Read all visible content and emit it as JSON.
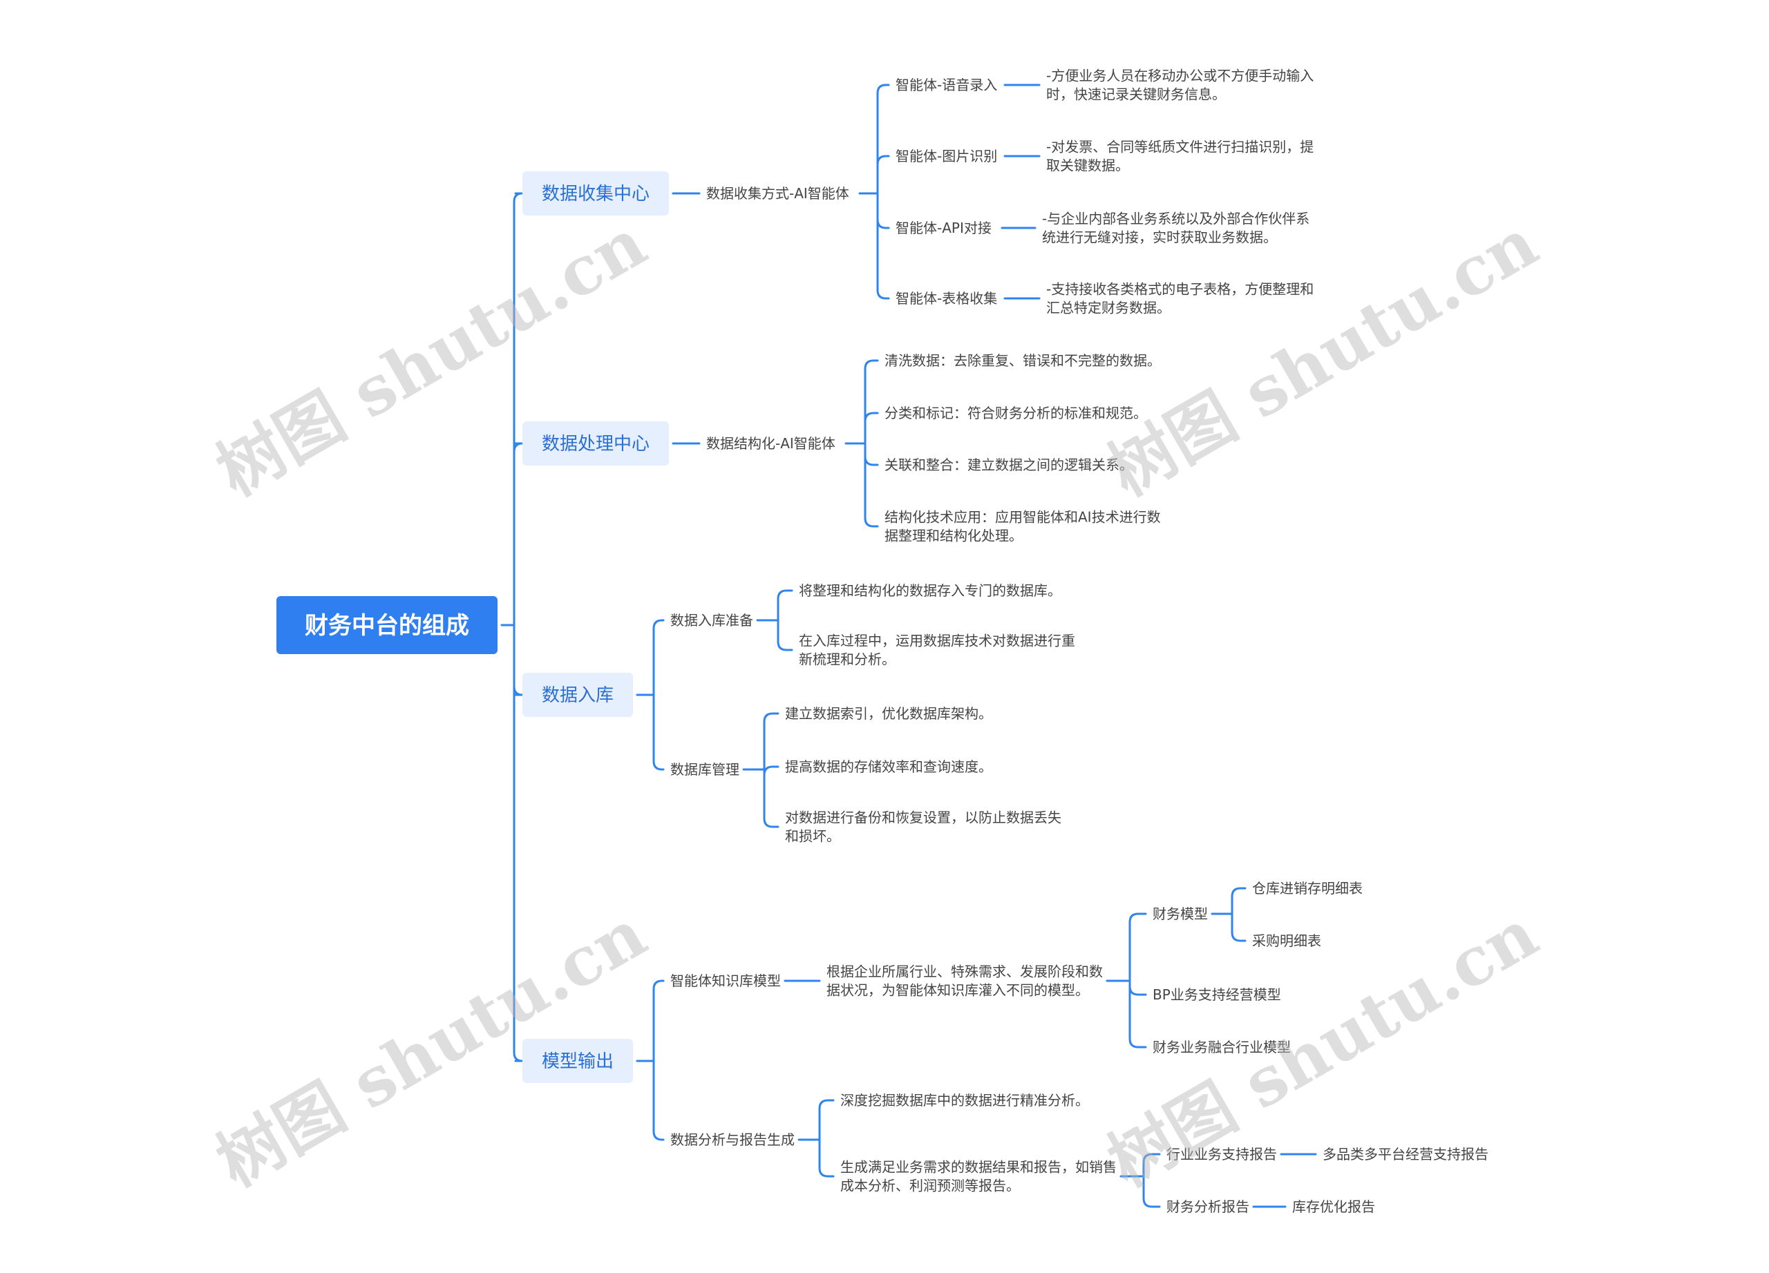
{
  "colors": {
    "accent": "#2f84ee",
    "root_fill": "#2f7ff0",
    "l1_fill": "#e6effd",
    "l1_text": "#2a6fd1",
    "text": "#444444"
  },
  "watermark": "树图 shutu.cn",
  "mindmap": {
    "root": {
      "text": "财务中台的组成"
    },
    "branches": [
      {
        "text": "数据收集中心",
        "children": [
          {
            "text": "数据收集方式-AI智能体",
            "children": [
              {
                "text": "智能体-语音录入",
                "children": [
                  {
                    "text": [
                      "-方便业务人员在移动办公或不方便手动输入",
                      "时，快速记录关键财务信息。"
                    ]
                  }
                ]
              },
              {
                "text": "智能体-图片识别",
                "children": [
                  {
                    "text": [
                      "-对发票、合同等纸质文件进行扫描识别，提",
                      "取关键数据。"
                    ]
                  }
                ]
              },
              {
                "text": "智能体-API对接",
                "children": [
                  {
                    "text": [
                      "-与企业内部各业务系统以及外部合作伙伴系",
                      "统进行无缝对接，实时获取业务数据。"
                    ]
                  }
                ]
              },
              {
                "text": "智能体-表格收集",
                "children": [
                  {
                    "text": [
                      "-支持接收各类格式的电子表格，方便整理和",
                      "汇总特定财务数据。"
                    ]
                  }
                ]
              }
            ]
          }
        ]
      },
      {
        "text": "数据处理中心",
        "children": [
          {
            "text": "数据结构化-AI智能体",
            "children": [
              {
                "text": "清洗数据：去除重复、错误和不完整的数据。"
              },
              {
                "text": "分类和标记：符合财务分析的标准和规范。"
              },
              {
                "text": "关联和整合：建立数据之间的逻辑关系。"
              },
              {
                "text": [
                  "结构化技术应用：应用智能体和AI技术进行数",
                  "据整理和结构化处理。"
                ]
              }
            ]
          }
        ]
      },
      {
        "text": "数据入库",
        "children": [
          {
            "text": "数据入库准备",
            "children": [
              {
                "text": "将整理和结构化的数据存入专门的数据库。"
              },
              {
                "text": [
                  "在入库过程中，运用数据库技术对数据进行重",
                  "新梳理和分析。"
                ]
              }
            ]
          },
          {
            "text": "数据库管理",
            "children": [
              {
                "text": "建立数据索引，优化数据库架构。"
              },
              {
                "text": "提高数据的存储效率和查询速度。"
              },
              {
                "text": [
                  "对数据进行备份和恢复设置，以防止数据丢失",
                  "和损坏。"
                ]
              }
            ]
          }
        ]
      },
      {
        "text": "模型输出",
        "children": [
          {
            "text": "智能体知识库模型",
            "children": [
              {
                "text": [
                  "根据企业所属行业、特殊需求、发展阶段和数",
                  "据状况，为智能体知识库灌入不同的模型。"
                ],
                "children": [
                  {
                    "text": "财务模型",
                    "children": [
                      {
                        "text": "仓库进销存明细表"
                      },
                      {
                        "text": "采购明细表"
                      }
                    ]
                  },
                  {
                    "text": "BP业务支持经营模型"
                  },
                  {
                    "text": "财务业务融合行业模型"
                  }
                ]
              }
            ]
          },
          {
            "text": "数据分析与报告生成",
            "children": [
              {
                "text": "深度挖掘数据库中的数据进行精准分析。"
              },
              {
                "text": [
                  "生成满足业务需求的数据结果和报告，如销售",
                  "成本分析、利润预测等报告。"
                ],
                "children": [
                  {
                    "text": "行业业务支持报告",
                    "children": [
                      {
                        "text": "多品类多平台经营支持报告"
                      }
                    ]
                  },
                  {
                    "text": "财务分析报告",
                    "children": [
                      {
                        "text": "库存优化报告"
                      }
                    ]
                  }
                ]
              }
            ]
          }
        ]
      }
    ]
  }
}
